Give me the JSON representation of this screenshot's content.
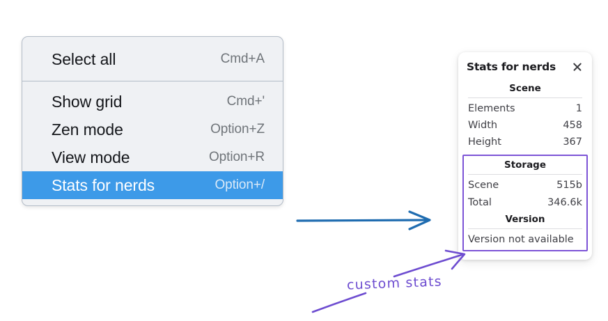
{
  "context_menu": {
    "groups": [
      {
        "items": [
          {
            "label": "Select all",
            "shortcut": "Cmd+A",
            "selected": false
          }
        ]
      },
      {
        "items": [
          {
            "label": "Show grid",
            "shortcut": "Cmd+'",
            "selected": false
          },
          {
            "label": "Zen mode",
            "shortcut": "Option+Z",
            "selected": false
          },
          {
            "label": "View mode",
            "shortcut": "Option+R",
            "selected": false
          },
          {
            "label": "Stats for nerds",
            "shortcut": "Option+/",
            "selected": true
          }
        ]
      }
    ],
    "selected_background": "#3d9ae8"
  },
  "stats_panel": {
    "title": "Stats for nerds",
    "close_icon": "close-icon",
    "scene": {
      "heading": "Scene",
      "rows": [
        {
          "key": "Elements",
          "value": "1"
        },
        {
          "key": "Width",
          "value": "458"
        },
        {
          "key": "Height",
          "value": "367"
        }
      ]
    },
    "storage": {
      "heading": "Storage",
      "rows": [
        {
          "key": "Scene",
          "value": "515b"
        },
        {
          "key": "Total",
          "value": "346.6k"
        }
      ]
    },
    "version": {
      "heading": "Version",
      "note": "Version not available"
    },
    "highlight_color": "#7c53d6"
  },
  "annotations": {
    "handwritten_label": "custom stats",
    "handwriting_color": "#6d4cd0",
    "blue_arrow_color": "#1f6cb0"
  }
}
